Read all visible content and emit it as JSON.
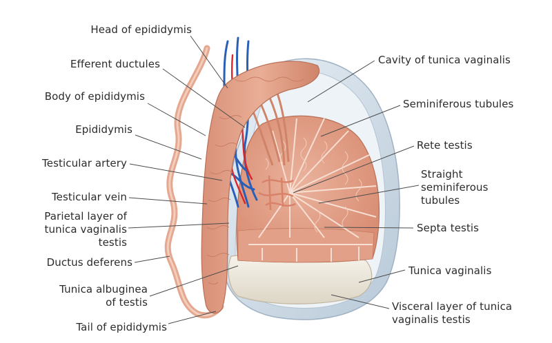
{
  "colors": {
    "tissue": "#e6a48d",
    "tissue_dark": "#c97b63",
    "tubule_line": "#f6d9cc",
    "capsule_outer": "#cfdbe6",
    "capsule_inner": "#e7eef4",
    "albuginea": "#f1ede2",
    "artery": "#d8262b",
    "vein": "#2a5fb6",
    "leader": "#4a4a4a"
  },
  "labels_left": {
    "head_of_epididymis": "Head of epididymis",
    "efferent_ductules": "Efferent ductules",
    "body_of_epididymis": "Body of epididymis",
    "epididymis": "Epididymis",
    "testicular_artery": "Testicular artery",
    "testicular_vein": "Testicular vein",
    "parietal_line1": "Parietal layer of",
    "parietal_line2": "tunica vaginalis",
    "parietal_line3": "testis",
    "ductus_deferens": "Ductus deferens",
    "albuginea_line1": "Tunica albuginea",
    "albuginea_line2": "of testis",
    "tail_of_epididymis": "Tail of epididymis"
  },
  "labels_right": {
    "cavity": "Cavity of tunica vaginalis",
    "seminiferous": "Seminiferous tubules",
    "rete": "Rete testis",
    "straight_line1": "Straight",
    "straight_line2": "seminiferous",
    "straight_line3": "tubules",
    "septa": "Septa testis",
    "tunica_vaginalis": "Tunica vaginalis",
    "visceral_line1": "Visceral layer of tunica",
    "visceral_line2": "vaginalis testis"
  }
}
